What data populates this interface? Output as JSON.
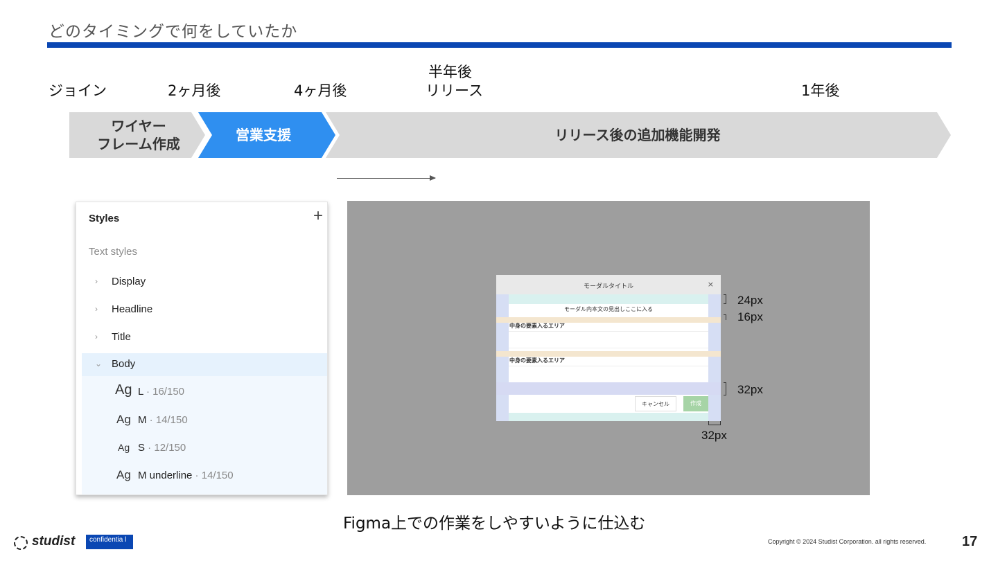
{
  "slide": {
    "title": "どのタイミングで何をしていたか",
    "accent_color": "#0a47b3"
  },
  "timeline": {
    "milestones": [
      "ジョイン",
      "2ヶ月後",
      "4ヶ月後",
      "半年後",
      "リリース",
      "1年後"
    ],
    "phases": [
      {
        "line1": "ワイヤー",
        "line2": "フレーム作成",
        "color": "#d9d9d9",
        "text_color": "#333333"
      },
      {
        "label": "営業支援",
        "color": "#2f8ff0",
        "text_color": "#ffffff"
      },
      {
        "label": "リリース後の追加機能開発",
        "color": "#d9d9d9",
        "text_color": "#333333"
      }
    ]
  },
  "styles_panel": {
    "header": "Styles",
    "add_icon": "plus-icon",
    "section": "Text styles",
    "groups": [
      {
        "label": "Display",
        "expanded": false
      },
      {
        "label": "Headline",
        "expanded": false
      },
      {
        "label": "Title",
        "expanded": false
      },
      {
        "label": "Body",
        "expanded": true
      }
    ],
    "body_styles": [
      {
        "sample": "Ag",
        "name": "L",
        "size": " · 16/150"
      },
      {
        "sample": "Ag",
        "name": "M",
        "size": " · 14/150"
      },
      {
        "sample": "Ag",
        "name": "S",
        "size": " · 12/150"
      },
      {
        "sample": "Ag",
        "name": "M underline",
        "size": " · 14/150"
      }
    ]
  },
  "modal": {
    "title": "モーダルタイトル",
    "close": "×",
    "body_heading": "モーダル内本文の見出しここに入る",
    "area_label_1": "中身の要素入るエリア",
    "area_label_2": "中身の要素入るエリア",
    "cancel": "キャンセル",
    "create": "作成"
  },
  "dimensions": [
    "24px",
    "16px",
    "32px",
    "32px"
  ],
  "caption": "Figma上での作業をしやすいように仕込む",
  "footer": {
    "logo": "studist",
    "badge": "confidentia\nl",
    "copyright": "Copyright © 2024 Studist Corporation. all rights reserved.",
    "page": "17"
  }
}
